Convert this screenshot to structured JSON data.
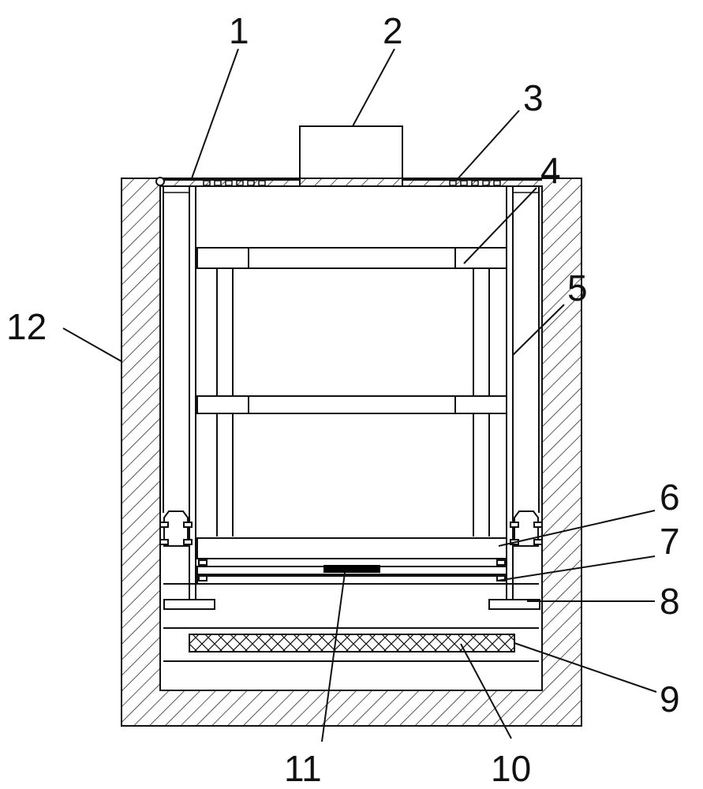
{
  "labels": {
    "l1": "1",
    "l2": "2",
    "l3": "3",
    "l4": "4",
    "l5": "5",
    "l6": "6",
    "l7": "7",
    "l8": "8",
    "l9": "9",
    "l10": "10",
    "l11": "11",
    "l12": "12"
  },
  "colors": {
    "line": "#111111",
    "background": "#ffffff",
    "black_part": "#000000"
  }
}
